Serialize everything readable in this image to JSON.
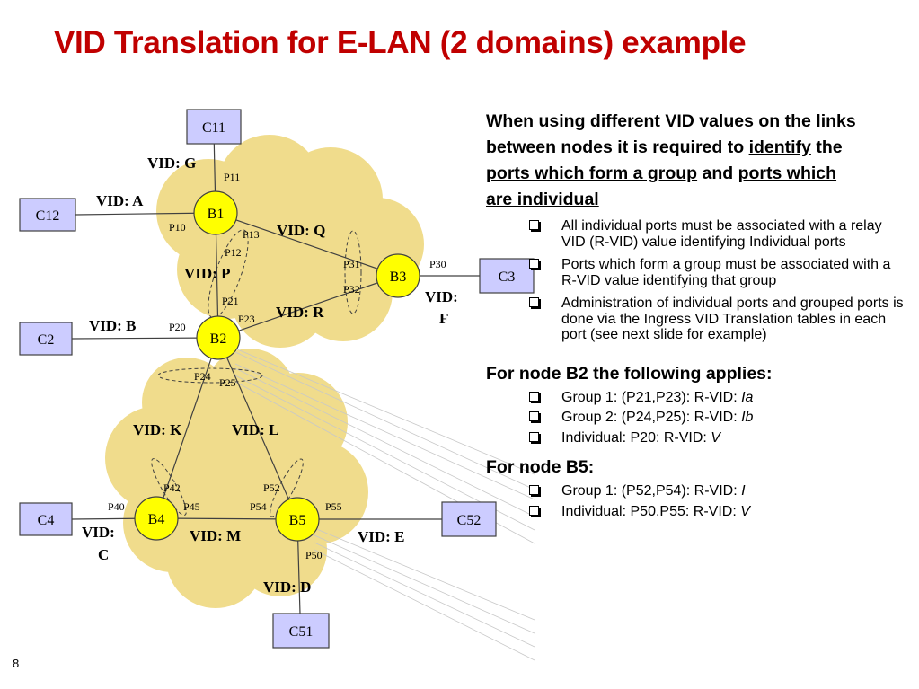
{
  "slide": {
    "title": "VID Translation for E-LAN (2 domains) example",
    "page_number": "8"
  },
  "colors": {
    "title": "#c00000",
    "cloud": "#f0dc8c",
    "bridge_node": "#ffff00",
    "client_box": "#ccccff",
    "line": "#404040"
  },
  "diagram": {
    "nodes": {
      "b1": "B1",
      "b2": "B2",
      "b3": "B3",
      "b4": "B4",
      "b5": "B5"
    },
    "clients": {
      "c11": "C11",
      "c12": "C12",
      "c2": "C2",
      "c3": "C3",
      "c4": "C4",
      "c51": "C51",
      "c52": "C52"
    },
    "vids": {
      "g": "VID: G",
      "a": "VID: A",
      "q": "VID: Q",
      "p": "VID: P",
      "r": "VID: R",
      "b": "VID: B",
      "f_line1": "VID:",
      "f_line2": "F",
      "k": "VID: K",
      "l": "VID: L",
      "c_line1": "VID:",
      "c_line2": "C",
      "m": "VID: M",
      "e": "VID: E",
      "d": "VID: D"
    },
    "ports": {
      "p11": "P11",
      "p10": "P10",
      "p13": "P13",
      "p12": "P12",
      "p31": "P31",
      "p30": "P30",
      "p32": "P32",
      "p21": "P21",
      "p23": "P23",
      "p20": "P20",
      "p24": "P24",
      "p25": "P25",
      "p42": "P42",
      "p52": "P52",
      "p40": "P40",
      "p45": "P45",
      "p54": "P54",
      "p55": "P55",
      "p50": "P50"
    }
  },
  "text_panel": {
    "intro": {
      "t1": "When using different VID values on the links between nodes it is required to ",
      "u1": "identify",
      "t2": " the ",
      "u2": "ports which form a group",
      "t3": " and ",
      "u3": "ports which are individual"
    },
    "bullets": [
      "All individual ports must be associated with a relay VID (R-VID) value identifying Individual ports",
      "Ports which form a group must be associated with a R-VID value identifying that group",
      "Administration of individual ports and grouped ports is done via the Ingress VID Translation tables in each port (see next slide for example)"
    ],
    "b2_section": {
      "heading": "For node B2 the following applies:",
      "items": [
        {
          "prefix": "Group 1: (P21,P23): R-VID: ",
          "value": "Ia"
        },
        {
          "prefix": "Group 2: (P24,P25): R-VID: ",
          "value": "Ib"
        },
        {
          "prefix": "Individual: P20: R-VID: ",
          "value": "V"
        }
      ]
    },
    "b5_section": {
      "heading": "For node B5:",
      "items": [
        {
          "prefix": "Group 1: (P52,P54): R-VID: ",
          "value": "I"
        },
        {
          "prefix": "Individual: P50,P55: R-VID: ",
          "value": "V"
        }
      ]
    }
  }
}
